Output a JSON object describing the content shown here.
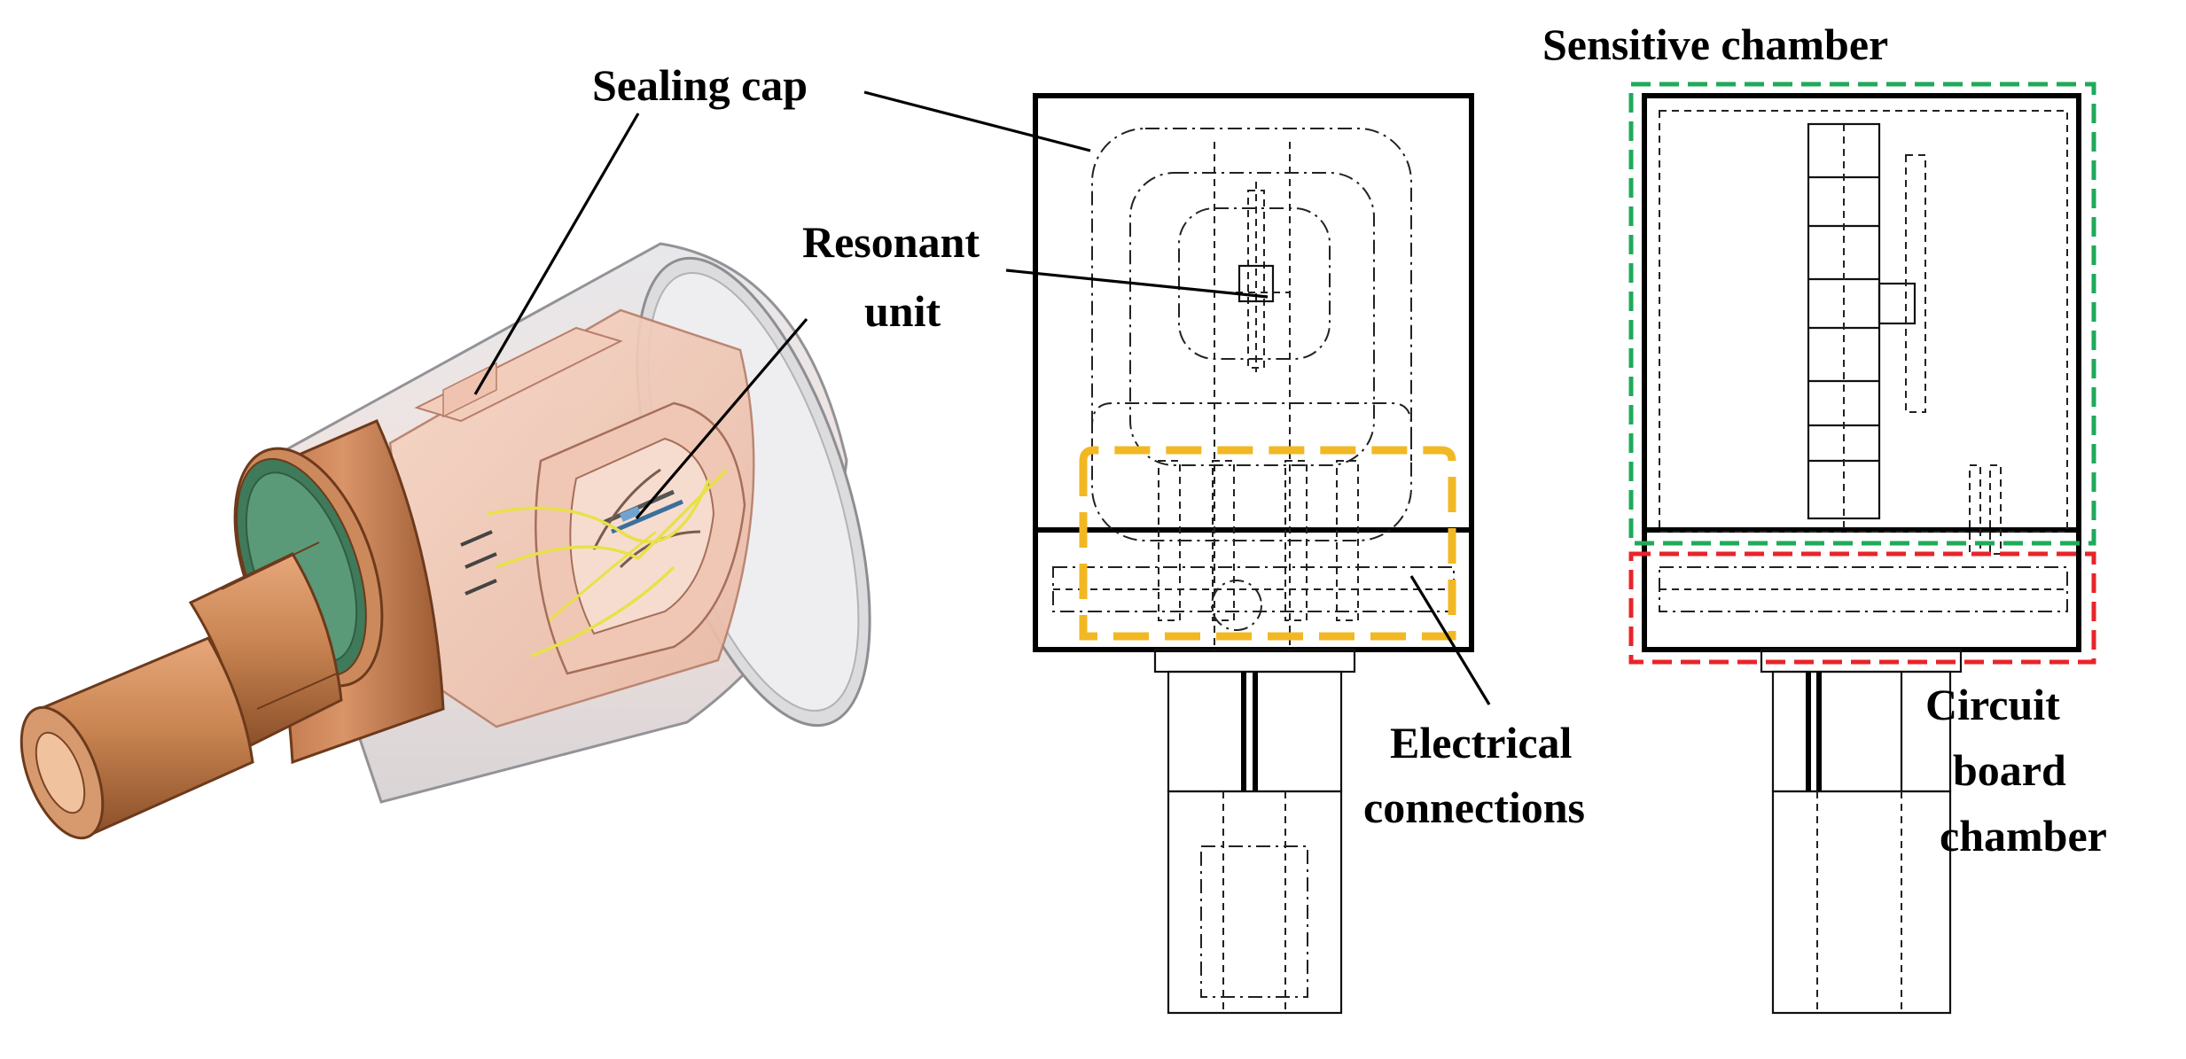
{
  "labels": {
    "sealing_cap": "Sealing cap",
    "resonant_line1": "Resonant",
    "resonant_line2": "unit",
    "electrical_line1": "Electrical",
    "electrical_line2": "connections",
    "sensitive_chamber": "Sensitive chamber",
    "circuit_line1": "Circuit",
    "circuit_line2": "board",
    "circuit_line3": "chamber"
  },
  "colors": {
    "copper": "#c98552",
    "copper_dark": "#8a4e28",
    "copper_light": "#e9b18a",
    "glass": "#d9d9dc",
    "pink_body": "#f1c9b6",
    "wire": "#e8e14a",
    "electrical_box": "#f2b824",
    "sensitive_box": "#1faa5a",
    "circuit_box": "#e8242a"
  }
}
